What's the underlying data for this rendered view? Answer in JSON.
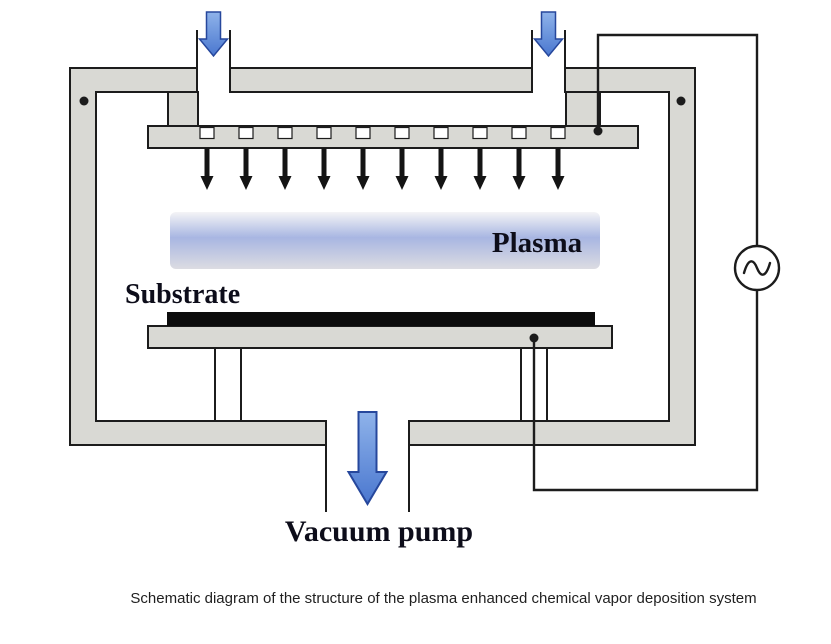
{
  "figure": {
    "caption": "Schematic diagram of the structure of the plasma enhanced chemical vapor deposition system"
  },
  "diagram": {
    "labels": {
      "plasma": "Plasma",
      "substrate": "Substrate",
      "vacuum_pump": "Vacuum pump"
    },
    "counts": {
      "gas_inlets": 2,
      "showerhead_nozzles": 10
    },
    "colors": {
      "chamber_fill": "#d9d9d4",
      "chamber_stroke": "#1c1c1c",
      "arrow_blue_light": "#8fb3ea",
      "arrow_blue": "#4a77cf",
      "arrow_blue_dark": "#26479c",
      "shower_arrow": "#141414",
      "plasma_edge_top": "#f4f4f6",
      "plasma_center": "#a8b6e2",
      "plasma_edge_bottom": "#dcdce2",
      "substrate_fill": "#0c0c0c",
      "wire": "#1c1c1c",
      "label_color": "#0d0d1a",
      "caption_color": "#1f1f1f"
    }
  }
}
